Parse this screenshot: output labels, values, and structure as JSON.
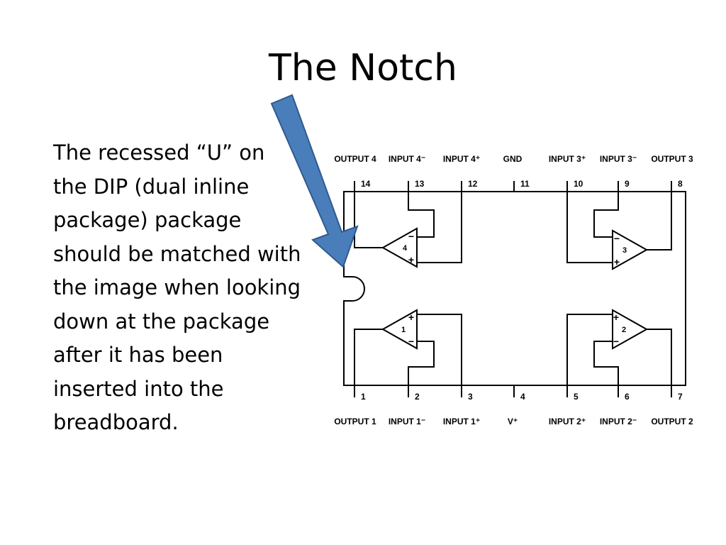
{
  "slide": {
    "title": "The Notch",
    "body": "The recessed “U” on the DIP (dual inline package) package should be matched with the image when looking down at the package after it has been inserted into the breadboard."
  },
  "colors": {
    "arrow_fill": "#4a7ebb",
    "arrow_stroke": "#2f5a8f",
    "ink": "#000000"
  },
  "icons": [
    "arrow-pointer-icon"
  ],
  "diagram": {
    "top_pins": [
      {
        "number": "14",
        "label": "OUTPUT 4"
      },
      {
        "number": "13",
        "label": "INPUT 4⁻"
      },
      {
        "number": "12",
        "label": "INPUT 4⁺"
      },
      {
        "number": "11",
        "label": "GND"
      },
      {
        "number": "10",
        "label": "INPUT 3⁺"
      },
      {
        "number": "9",
        "label": "INPUT 3⁻"
      },
      {
        "number": "8",
        "label": "OUTPUT 3"
      }
    ],
    "bottom_pins": [
      {
        "number": "1",
        "label": "OUTPUT 1"
      },
      {
        "number": "2",
        "label": "INPUT 1⁻"
      },
      {
        "number": "3",
        "label": "INPUT 1⁺"
      },
      {
        "number": "4",
        "label": "V⁺"
      },
      {
        "number": "5",
        "label": "INPUT 2⁺"
      },
      {
        "number": "6",
        "label": "INPUT 2⁻"
      },
      {
        "number": "7",
        "label": "OUTPUT 2"
      }
    ],
    "amplifiers": [
      {
        "id": "4",
        "upper_sign": "−",
        "lower_sign": "+"
      },
      {
        "id": "3",
        "upper_sign": "−",
        "lower_sign": "+"
      },
      {
        "id": "1",
        "upper_sign": "+",
        "lower_sign": "−"
      },
      {
        "id": "2",
        "upper_sign": "+",
        "lower_sign": "−"
      }
    ]
  }
}
